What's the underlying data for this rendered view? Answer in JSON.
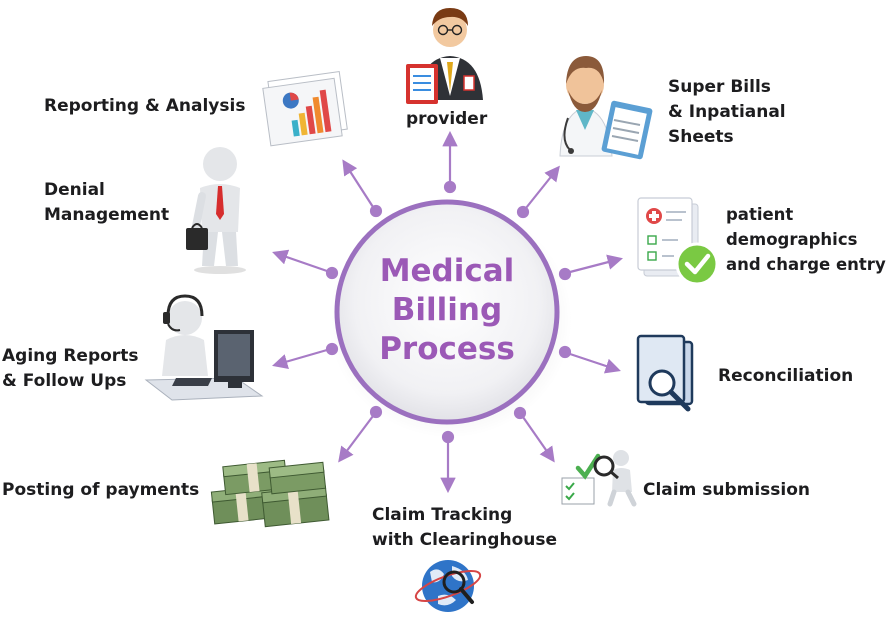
{
  "center": {
    "lines": [
      "Medical",
      "Billing",
      "Process"
    ]
  },
  "nodes": [
    {
      "id": "provider",
      "lines": [
        "provider"
      ],
      "icon": "provider-icon"
    },
    {
      "id": "super-bills",
      "lines": [
        "Super Bills",
        "& Inpatianal",
        "Sheets"
      ],
      "icon": "doctor-clipboard-icon"
    },
    {
      "id": "patient-demographics",
      "lines": [
        "patient",
        "demographics",
        "and charge entry"
      ],
      "icon": "checklist-document-icon"
    },
    {
      "id": "reconciliation",
      "lines": [
        "Reconciliation"
      ],
      "icon": "document-search-icon"
    },
    {
      "id": "claim-submission",
      "lines": [
        "Claim submission"
      ],
      "icon": "magnifier-checklist-icon"
    },
    {
      "id": "claim-tracking",
      "lines": [
        "Claim Tracking",
        "with Clearinghouse"
      ],
      "icon": "globe-search-icon"
    },
    {
      "id": "posting-payments",
      "lines": [
        "Posting of payments"
      ],
      "icon": "money-stack-icon"
    },
    {
      "id": "aging-reports",
      "lines": [
        "Aging Reports",
        "& Follow Ups"
      ],
      "icon": "computer-operator-icon"
    },
    {
      "id": "denial-management",
      "lines": [
        "Denial",
        "Management"
      ],
      "icon": "businessman-icon"
    },
    {
      "id": "reporting-analysis",
      "lines": [
        "Reporting & Analysis"
      ],
      "icon": "bar-chart-icon"
    }
  ],
  "colors": {
    "accent": "#9b59b6",
    "arrow": "#a77bc6",
    "text": "#1d1d1f"
  }
}
